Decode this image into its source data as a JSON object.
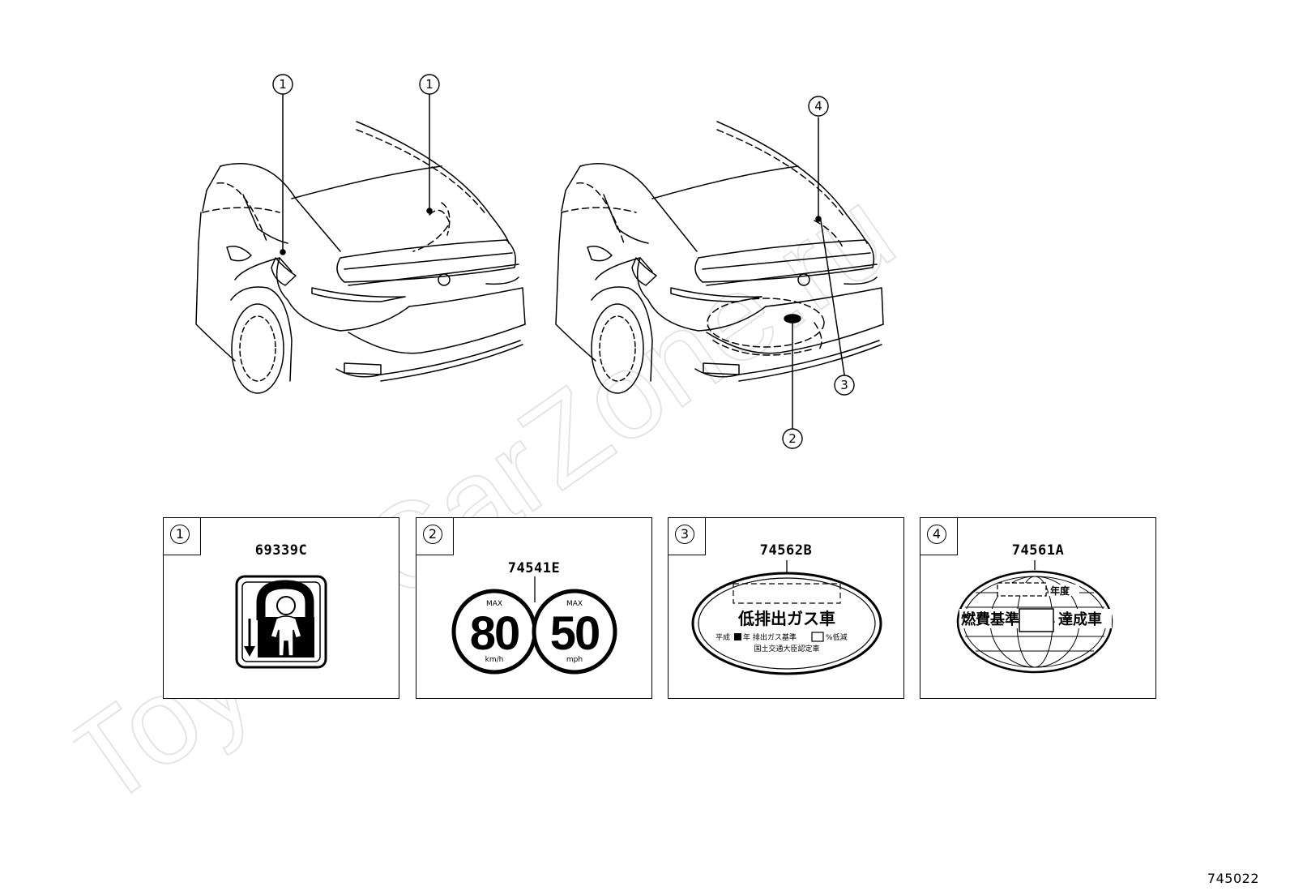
{
  "watermark": {
    "text": "ToyotaCarZone.ru",
    "color": "#e9e9e9"
  },
  "callouts": {
    "left_1a": "1",
    "left_1b": "1",
    "right_4": "4",
    "right_3": "3",
    "right_2": "2"
  },
  "panels": [
    {
      "number": "1",
      "code": "69339C",
      "label_icon": "child-lock-icon"
    },
    {
      "number": "2",
      "code": "74541E",
      "sticker_left": {
        "top": "MAX",
        "value": "80",
        "unit": "km/h"
      },
      "sticker_right": {
        "top": "MAX",
        "value": "50",
        "unit": "mph"
      }
    },
    {
      "number": "3",
      "code": "74562B",
      "headline": "低排出ガス車",
      "line2a": "平成",
      "line2b": "年 排出ガス基準",
      "line2c": "%低減",
      "line3": "国土交通大臣認定車"
    },
    {
      "number": "4",
      "code": "74561A",
      "year_suffix": "年度",
      "left_text": "燃費基準",
      "right_text": "達成車"
    }
  ],
  "footer": {
    "diagram_id": "745022"
  }
}
